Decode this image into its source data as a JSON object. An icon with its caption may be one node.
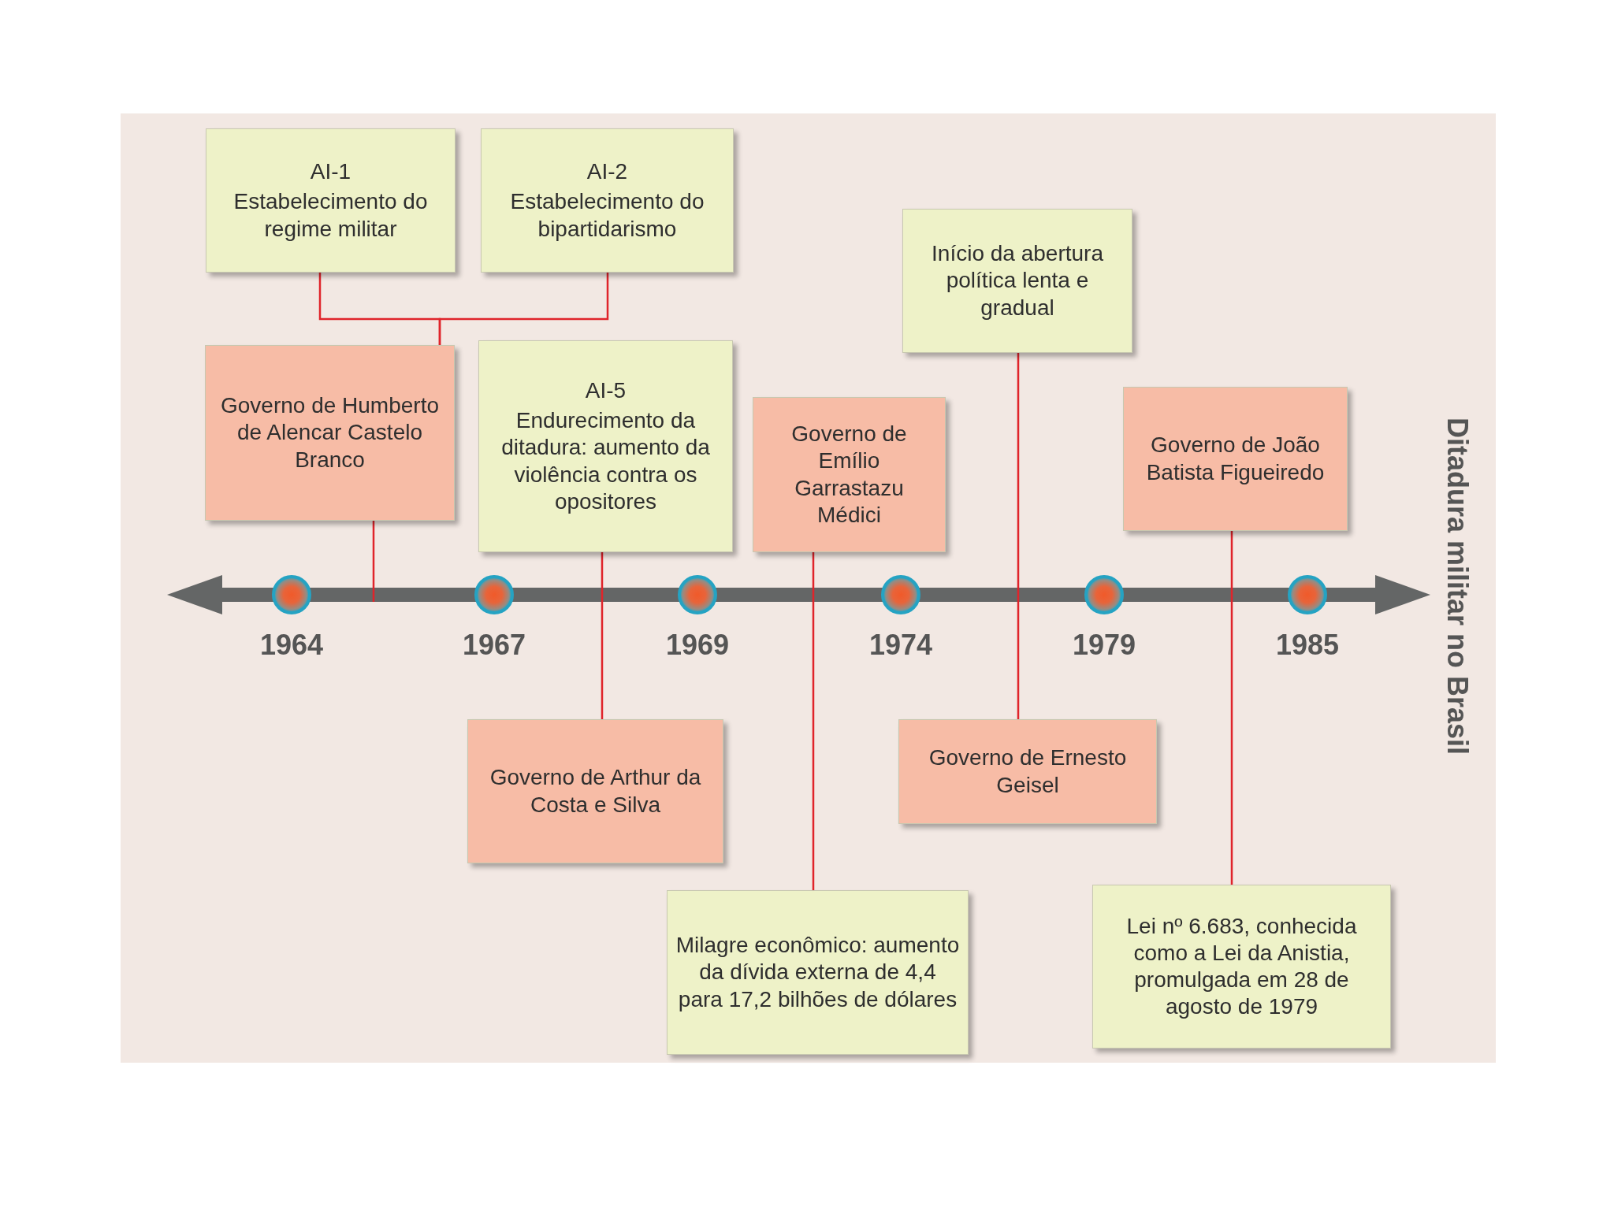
{
  "diagram": {
    "title": "Ditadura militar no Brasil",
    "nodes": [
      {
        "text": [
          "AI-1",
          "Estabelecimento do regime militar"
        ]
      },
      {
        "text": [
          "AI-2",
          "Estabelecimento do bipartidarismo"
        ]
      },
      {
        "text": [
          "Governo de Humberto de Alencar Castelo Branco"
        ]
      },
      {
        "text": [
          "AI-5",
          "Endurecimento da ditadura: aumento da violência contra os opositores"
        ]
      },
      {
        "text": [
          "Governo de Emílio Garrastazu Médici"
        ]
      },
      {
        "text": [
          "Início da abertura política lenta e gradual"
        ]
      },
      {
        "text": [
          "Governo de João Batista Figueiredo"
        ]
      },
      {
        "text": [
          "Governo de Arthur da Costa e Silva"
        ]
      },
      {
        "text": [
          "Milagre econômico: aumento da dívida externa de 4,4 para 17,2 bilhões de dólares"
        ]
      },
      {
        "text": [
          "Governo de Ernesto Geisel"
        ]
      },
      {
        "text": [
          "Lei nº 6.683, conhecida como a Lei da Anistia, promulgada em 28 de agosto de 1979"
        ]
      }
    ],
    "edges": [
      {
        "from": 0,
        "to": 2,
        "arrow": "none"
      },
      {
        "from": 1,
        "to": 2,
        "arrow": "none"
      },
      {
        "from": 2,
        "to": null,
        "arrow": "none"
      },
      {
        "from": 3,
        "to": 7,
        "arrow": "none"
      },
      {
        "from": 4,
        "to": 8,
        "arrow": "none"
      },
      {
        "from": 5,
        "to": 9,
        "arrow": "none"
      },
      {
        "from": 6,
        "to": 10,
        "arrow": "none"
      }
    ],
    "labels": [
      "1964",
      "1967",
      "1969",
      "1974",
      "1979",
      "1985"
    ]
  }
}
